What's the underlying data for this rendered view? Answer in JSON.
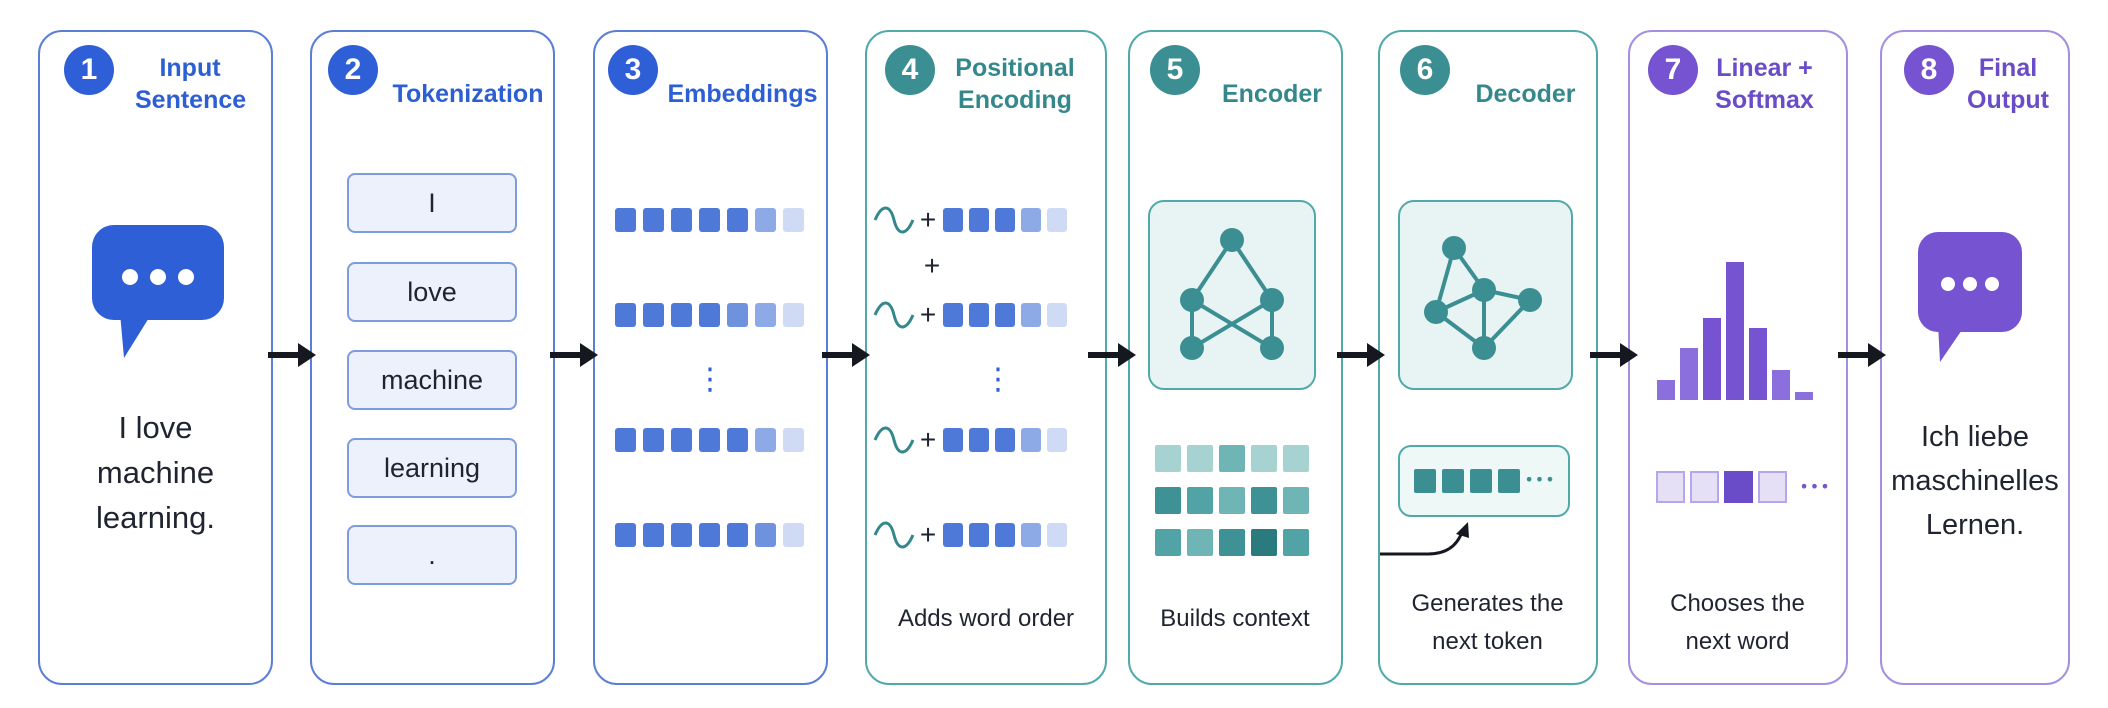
{
  "steps": [
    {
      "number": "1",
      "title": "Input Sentence",
      "text": "I love\nmachine\nlearning."
    },
    {
      "number": "2",
      "title": "Tokenization",
      "tokens": [
        "I",
        "love",
        "machine",
        "learning",
        "."
      ]
    },
    {
      "number": "3",
      "title": "Embeddings",
      "ellipsis": "⋮"
    },
    {
      "number": "4",
      "title": "Positional Encoding",
      "plus": "+",
      "ellipsis": "⋮",
      "caption": "Adds word order"
    },
    {
      "number": "5",
      "title": "Encoder",
      "caption": "Builds context"
    },
    {
      "number": "6",
      "title": "Decoder",
      "ellipsis": "•••",
      "caption": "Generates the\nnext token"
    },
    {
      "number": "7",
      "title": "Linear +\nSoftmax",
      "ellipsis": "•••",
      "caption": "Chooses the\nnext word"
    },
    {
      "number": "8",
      "title": "Final Output",
      "text": "Ich liebe\nmaschinelles\nLernen."
    }
  ],
  "icons": {
    "input": "chat-bubble-icon",
    "output": "chat-bubble-icon",
    "flow": "arrow-right-icon",
    "encoder": "network-graph-icon",
    "decoder": "network-graph-icon",
    "wave": "sine-wave-icon",
    "softmax": "bar-chart-icon"
  },
  "colors": {
    "blue": "#2f5fd6",
    "teal": "#3b8f93",
    "violet": "#7653d0"
  }
}
